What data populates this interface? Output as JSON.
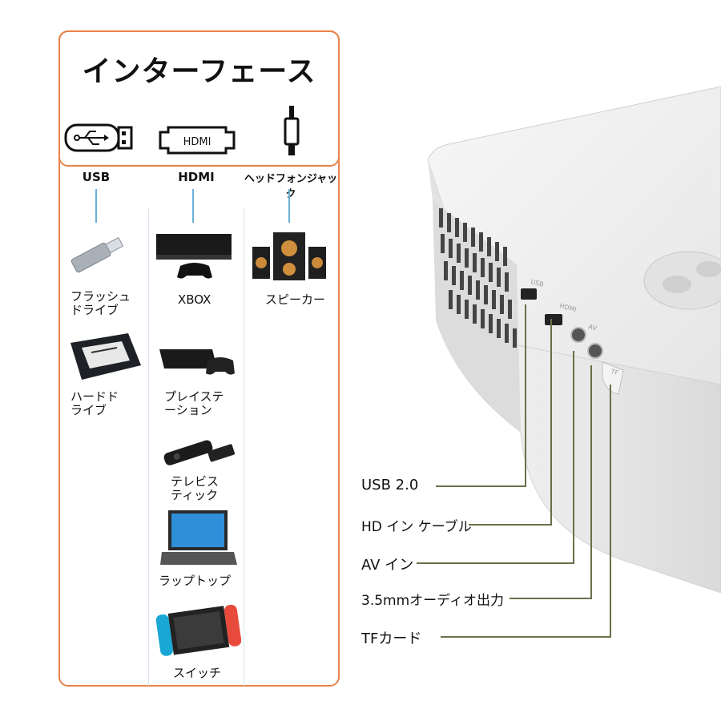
{
  "panel": {
    "title": "インターフェース",
    "ports": [
      {
        "label": "USB",
        "icon": "usb-port-icon"
      },
      {
        "label": "HDMI",
        "icon": "hdmi-port-icon",
        "icon_text": "HDMI"
      },
      {
        "label": "ヘッドフォンジャック",
        "icon": "headphone-jack-icon"
      }
    ],
    "usb_devices": [
      {
        "line1": "フラッシュ",
        "line2": "ドライブ",
        "icon": "flash-drive-icon"
      },
      {
        "line1": "ハードド",
        "line2": "ライブ",
        "icon": "hard-drive-icon"
      }
    ],
    "hdmi_devices": [
      {
        "line1": "XBOX",
        "line2": "",
        "icon": "xbox-console-icon"
      },
      {
        "line1": "プレイステ",
        "line2": "ーション",
        "icon": "playstation-icon"
      },
      {
        "line1": "テレビス",
        "line2": "ティック",
        "icon": "tv-stick-icon"
      },
      {
        "line1": "ラップトップ",
        "line2": "",
        "icon": "laptop-icon"
      },
      {
        "line1": "スイッチ",
        "line2": "",
        "icon": "switch-console-icon"
      }
    ],
    "audio_devices": [
      {
        "line1": "スピーカー",
        "line2": "",
        "icon": "speaker-icon"
      }
    ]
  },
  "projector": {
    "port_labels": [
      "USB",
      "HDMI",
      "AV",
      "TF"
    ],
    "specs": [
      {
        "label": "USB 2.0"
      },
      {
        "label": "HD イン ケーブル"
      },
      {
        "label": "AV イン"
      },
      {
        "label": "3.5mmオーディオ出力"
      },
      {
        "label": "TFカード"
      }
    ]
  },
  "colors": {
    "accent": "#e8824a",
    "connector_line": "#6ab0d6",
    "spec_line": "#6b6f4a"
  }
}
